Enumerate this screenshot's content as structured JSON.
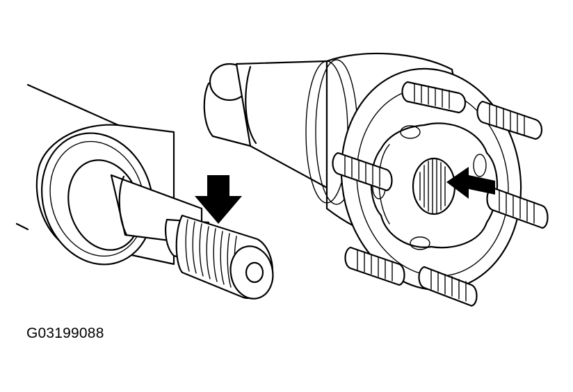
{
  "figure_id": "G03199088",
  "components": {
    "left": "drive-shaft-splined-end",
    "right": "cv-joint-flange-with-studs"
  },
  "arrows": [
    {
      "points_to": "shaft-splines",
      "direction": "down"
    },
    {
      "points_to": "cv-joint-splined-bore",
      "direction": "left"
    }
  ],
  "stud_count": 6
}
